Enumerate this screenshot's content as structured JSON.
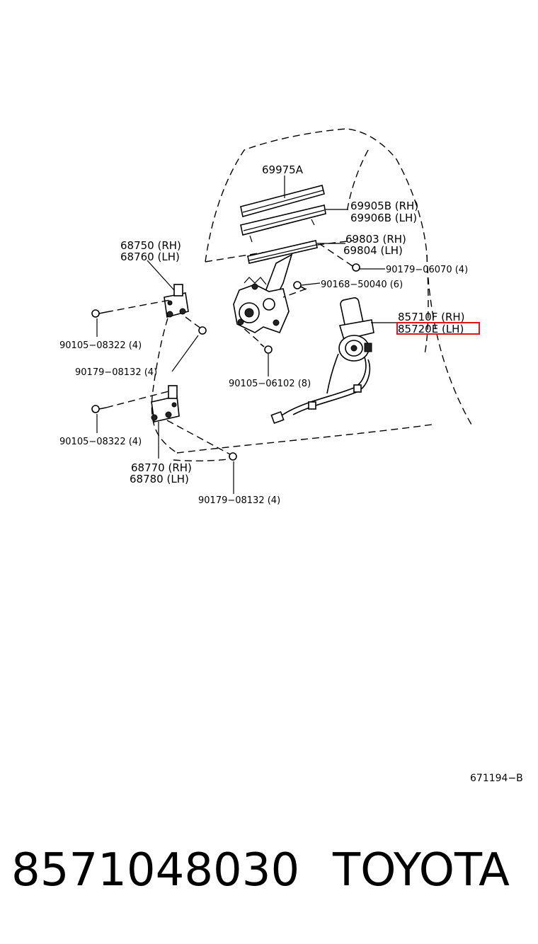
{
  "diagram": {
    "labels": {
      "l69975a": "69975A",
      "l69905b": "69905B (RH)",
      "l69906b": "69906B (LH)",
      "l69803": "69803 (RH)",
      "l69804": "69804 (LH)",
      "l90179_06070": "90179−06070 (4)",
      "l90168_50040": "90168−50040 (6)",
      "l85710f": "85710F (RH)",
      "l85720e": "85720E (LH)",
      "l68750": "68750 (RH)",
      "l68760": "68760 (LH)",
      "l90105_08322_a": "90105−08322 (4)",
      "l90179_08132_a": "90179−08132 (4)",
      "l90105_06102": "90105−06102 (8)",
      "l90105_08322_b": "90105−08322 (4)",
      "l68770": "68770 (RH)",
      "l68780": "68780 (LH)",
      "l90179_08132_b": "90179−08132 (4)",
      "ref_code": "671194−B"
    }
  },
  "footer": {
    "part_number": "8571048030",
    "brand": "TOYOTA"
  },
  "colors": {
    "highlight": "#e0141e"
  }
}
